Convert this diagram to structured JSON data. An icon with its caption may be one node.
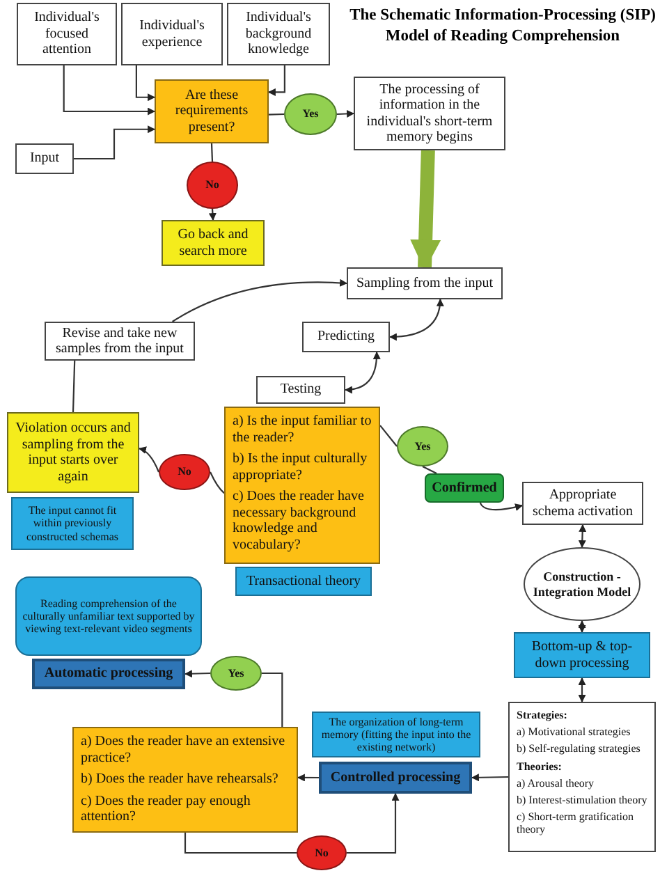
{
  "diagram": {
    "title": "The Schematic Information-Processing (SIP) Model of Reading Comprehension",
    "nodes": [
      {
        "text": [
          "Individual's focused attention"
        ]
      },
      {
        "text": [
          "Individual's experience"
        ]
      },
      {
        "text": [
          "Individual's background knowledge"
        ]
      },
      {
        "text": [
          "Are these requirements present?"
        ]
      },
      {
        "text": [
          "Yes"
        ]
      },
      {
        "text": [
          "The processing of information in the individual's short-term memory begins"
        ]
      },
      {
        "text": [
          "Input"
        ]
      },
      {
        "text": [
          "No"
        ]
      },
      {
        "text": [
          "Go back and search more"
        ]
      },
      {
        "text": [
          "Sampling from the input"
        ]
      },
      {
        "text": [
          "Revise and take new samples from the input"
        ]
      },
      {
        "text": [
          "Predicting"
        ]
      },
      {
        "text": [
          "Testing"
        ]
      },
      {
        "text": [
          "Violation occurs and sampling from the input starts over again"
        ]
      },
      {
        "text": [
          "a) Is the input familiar to the reader?",
          "b) Is the input culturally appropriate?",
          "c) Does the reader have necessary background knowledge and vocabulary?"
        ]
      },
      {
        "text": [
          "Yes"
        ]
      },
      {
        "text": [
          "No"
        ]
      },
      {
        "text": [
          "Confirmed"
        ]
      },
      {
        "text": [
          "Appropriate schema activation"
        ]
      },
      {
        "text": [
          "The input cannot fit within previously constructed schemas"
        ]
      },
      {
        "text": [
          "Transactional theory"
        ]
      },
      {
        "text": [
          "Reading comprehension of the culturally unfamiliar text supported by viewing text-relevant video segments"
        ]
      },
      {
        "text": [
          "Construction -Integration Model"
        ]
      },
      {
        "text": [
          "Automatic processing"
        ]
      },
      {
        "text": [
          "Yes"
        ]
      },
      {
        "text": [
          "Bottom-up & top-down processing"
        ]
      },
      {
        "text": [
          "The organization of long-term memory (fitting the input into the existing network)"
        ]
      },
      {
        "text": [
          "Strategies:",
          "a) Motivational strategies",
          "b) Self-regulating strategies",
          "Theories:",
          "a) Arousal theory",
          "b) Interest-stimulation theory",
          "c) Short-term gratification theory"
        ]
      },
      {
        "text": [
          "a) Does the reader have an extensive practice?",
          "b) Does the reader have rehearsals?",
          "c) Does the reader pay enough attention?"
        ]
      },
      {
        "text": [
          "Controlled processing"
        ]
      },
      {
        "text": [
          "No"
        ]
      }
    ],
    "edges": [
      {
        "from": 0,
        "to": 3,
        "arrow": "to"
      },
      {
        "from": 1,
        "to": 3,
        "arrow": "to"
      },
      {
        "from": 2,
        "to": 3,
        "arrow": "to"
      },
      {
        "from": 6,
        "to": 3,
        "arrow": "to"
      },
      {
        "from": 3,
        "to": 4,
        "arrow": "none"
      },
      {
        "from": 4,
        "to": 5,
        "arrow": "to"
      },
      {
        "from": 3,
        "to": 7,
        "arrow": "none"
      },
      {
        "from": 7,
        "to": 8,
        "arrow": "to"
      },
      {
        "from": 5,
        "to": 9,
        "arrow": "to",
        "style": "thick",
        "color": "#8db33a"
      },
      {
        "from": 10,
        "to": 9,
        "arrow": "to"
      },
      {
        "from": 9,
        "to": 11,
        "arrow": "both"
      },
      {
        "from": 11,
        "to": 12,
        "arrow": "both"
      },
      {
        "from": 14,
        "to": 15,
        "arrow": "none"
      },
      {
        "from": 15,
        "to": 17,
        "arrow": "none"
      },
      {
        "from": 17,
        "to": 18,
        "arrow": "to"
      },
      {
        "from": 14,
        "to": 16,
        "arrow": "none"
      },
      {
        "from": 16,
        "to": 13,
        "arrow": "to"
      },
      {
        "from": 13,
        "to": 10,
        "arrow": "none"
      },
      {
        "from": 18,
        "to": 22,
        "arrow": "both"
      },
      {
        "from": 22,
        "to": 25,
        "arrow": "both"
      },
      {
        "from": 25,
        "to": 27,
        "arrow": "both"
      },
      {
        "from": 27,
        "to": 29,
        "arrow": "to"
      },
      {
        "from": 29,
        "to": 28,
        "arrow": "to"
      },
      {
        "from": 28,
        "to": 24,
        "arrow": "none"
      },
      {
        "from": 24,
        "to": 23,
        "arrow": "to"
      },
      {
        "from": 28,
        "to": 30,
        "arrow": "none"
      },
      {
        "from": 30,
        "to": 29,
        "arrow": "to"
      }
    ]
  }
}
